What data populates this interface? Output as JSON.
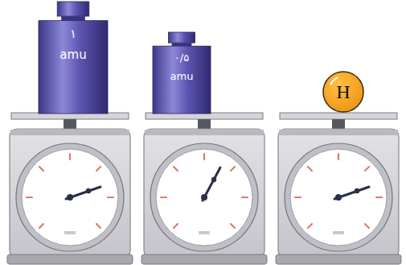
{
  "diagram": {
    "nodes": [
      {
        "text": [
          "۱ amu"
        ]
      },
      {
        "text": [
          "۰/۵ amu"
        ]
      },
      {
        "text": [
          "H"
        ]
      }
    ]
  }
}
